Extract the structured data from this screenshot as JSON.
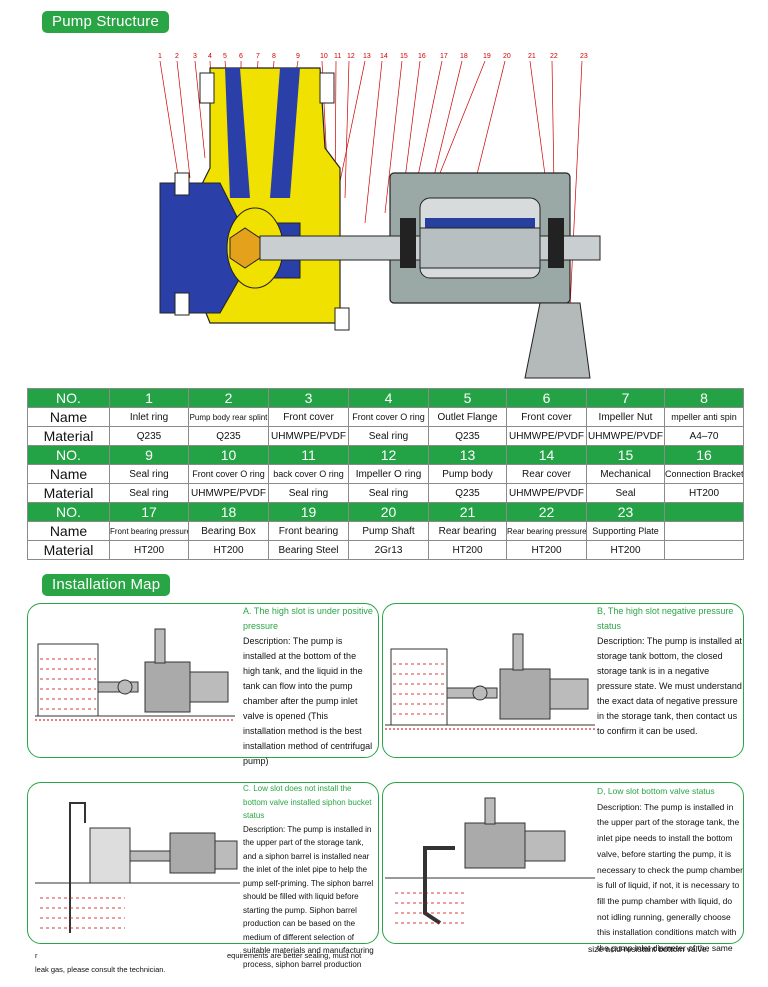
{
  "sections": {
    "structure_title": "Pump Structure",
    "install_title": "Installation Map"
  },
  "callouts": [
    "1",
    "2",
    "3",
    "4",
    "5",
    "6",
    "7",
    "8",
    "9",
    "10",
    "11",
    "12",
    "13",
    "14",
    "15",
    "16",
    "17",
    "18",
    "19",
    "20",
    "21",
    "22",
    "23"
  ],
  "table": {
    "header_labels": {
      "no": "NO.",
      "name": "Name",
      "material": "Material"
    },
    "groups": [
      {
        "numbers": [
          "1",
          "2",
          "3",
          "4",
          "5",
          "6",
          "7",
          "8"
        ],
        "names": [
          "Inlet ring",
          "Pump body rear splint",
          "Front cover",
          "Front cover O ring",
          "Outlet Flange",
          "Front cover",
          "Impeller Nut",
          "mpeller anti spin"
        ],
        "materials": [
          "Q235",
          "Q235",
          "UHMWPE/PVDF",
          "Seal ring",
          "Q235",
          "UHMWPE/PVDF",
          "UHMWPE/PVDF",
          "A4–70"
        ]
      },
      {
        "numbers": [
          "9",
          "10",
          "11",
          "12",
          "13",
          "14",
          "15",
          "16"
        ],
        "names": [
          "Seal ring",
          "Front cover O ring",
          "back cover O ring",
          "Impeller O ring",
          "Pump body",
          "Rear cover",
          "Mechanical",
          "Connection Bracket"
        ],
        "materials": [
          "Seal ring",
          "UHMWPE/PVDF",
          "Seal ring",
          "Seal ring",
          "Q235",
          "UHMWPE/PVDF",
          "Seal",
          "HT200"
        ]
      },
      {
        "numbers": [
          "17",
          "18",
          "19",
          "20",
          "21",
          "22",
          "23",
          ""
        ],
        "names": [
          "Front bearing pressure plate",
          "Bearing Box",
          "Front bearing",
          "Pump Shaft",
          "Rear bearing",
          "Rear bearing pressure plate",
          "Supporting Plate",
          ""
        ],
        "materials": [
          "HT200",
          "HT200",
          "Bearing Steel",
          "2Gr13",
          "HT200",
          "HT200",
          "HT200",
          ""
        ]
      }
    ]
  },
  "install": {
    "a": {
      "title": "A. The high slot is under positive pressure",
      "body": "Description: The pump is installed at the bottom of the high tank, and the liquid in the tank can flow into the pump chamber after the pump inlet valve is opened (This installation method is the best installation method of centrifugal pump)"
    },
    "b": {
      "title": "B, The high slot negative pressure status",
      "body": "Description: The pump is installed at storage tank bottom, the closed storage tank is in a negative pressure state. We must understand the exact data of negative pressure in the storage tank, then contact us to confirm it can be used."
    },
    "c": {
      "title": "C. Low slot does not install the bottom valve installed siphon bucket status",
      "body": "Description: The pump is installed in the upper part of the storage tank, and a siphon barrel is installed near the inlet of the inlet pipe to help the pump self-priming. The siphon barrel should be filled with liquid before starting the pump. Siphon barrel production can be based on the medium of different selection of suitable materials and manufacturing process, siphon barrel production",
      "tail_right": "equirements are better sealing, must not",
      "tail_left": "r",
      "tail_last": "leak gas, please consult the technician."
    },
    "d": {
      "title": "D, Low slot bottom valve status",
      "body": "Description: The pump is installed in the upper part of the storage tank, the inlet pipe needs to install the bottom valve, before starting the pump, it is necessary to check the pump chamber is full of liquid, if not, it is necessary to fill the pump chamber with liquid, do not idling running, generally choose this installation conditions match with the pump inlet diameter of the same",
      "tail": "size acid-resistant bottom valve."
    }
  },
  "colors": {
    "green": "#2aa545",
    "yellow": "#f4e600",
    "blue": "#2a3fa8",
    "grey": "#8a9a98",
    "red": "#d00000"
  }
}
